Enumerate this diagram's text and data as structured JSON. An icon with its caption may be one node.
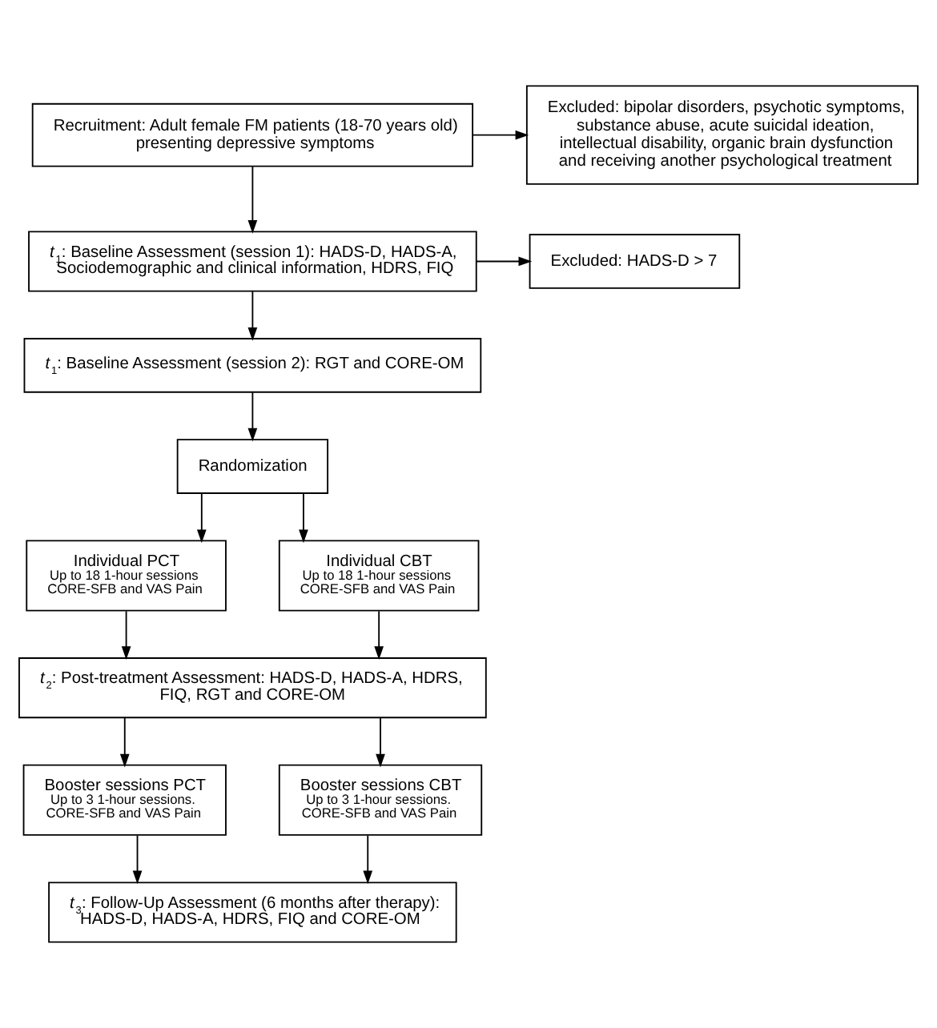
{
  "diagram": {
    "nodes": [
      {
        "text": [
          "Recruitment: Adult female FM patients (18-70 years old) presenting depressive symptoms"
        ]
      },
      {
        "text": [
          "Excluded: bipolar disorders, psychotic symptoms, substance abuse, acute suicidal ideation, intellectual disability, organic brain dysfunction and receiving another psychological treatment"
        ]
      },
      {
        "text": [
          "*t*$_{1}$: Baseline Assessment (session 1): HADS-D, HADS-A, Sociodemographic and clinical information, HDRS, FIQ"
        ]
      },
      {
        "text": [
          "Excluded: HADS-D > 7"
        ]
      },
      {
        "text": [
          "*t*$_{1}$: Baseline Assessment (session 2): RGT and CORE-OM"
        ]
      },
      {
        "text": [
          "Randomization"
        ]
      },
      {
        "text": [
          "Individual PCT",
          "Up to 18 1-hour sessions CORE-SFB and VAS Pain"
        ]
      },
      {
        "text": [
          "Individual CBT",
          "Up to 18 1-hour sessions CORE-SFB and VAS Pain"
        ]
      },
      {
        "text": [
          "*t*$_{2}$: Post-treatment Assessment: HADS-D, HADS-A, HDRS, FIQ, RGT and CORE-OM"
        ]
      },
      {
        "text": [
          "Booster sessions PCT",
          "Up to 3 1-hour sessions. CORE-SFB and VAS Pain"
        ]
      },
      {
        "text": [
          "Booster sessions CBT",
          "Up to 3 1-hour sessions. CORE-SFB and VAS Pain"
        ]
      },
      {
        "text": [
          "*t*$_{3}$: Follow-Up Assessment (6 months after therapy): HADS-D, HADS-A, HDRS, FIQ and CORE-OM"
        ]
      }
    ],
    "edges": [
      {
        "from": 0,
        "to": 1,
        "arrow": "to"
      },
      {
        "from": 0,
        "to": 2,
        "arrow": "to"
      },
      {
        "from": 2,
        "to": 3,
        "arrow": "to"
      },
      {
        "from": 2,
        "to": 4,
        "arrow": "to"
      },
      {
        "from": 4,
        "to": 5,
        "arrow": "to"
      },
      {
        "from": 5,
        "to": 6,
        "arrow": "to"
      },
      {
        "from": 5,
        "to": 7,
        "arrow": "to"
      },
      {
        "from": 6,
        "to": 8,
        "arrow": "to"
      },
      {
        "from": 7,
        "to": 8,
        "arrow": "to"
      },
      {
        "from": 8,
        "to": 9,
        "arrow": "to"
      },
      {
        "from": 8,
        "to": 10,
        "arrow": "to"
      },
      {
        "from": 9,
        "to": 11,
        "arrow": "to"
      },
      {
        "from": 10,
        "to": 11,
        "arrow": "to"
      }
    ]
  }
}
